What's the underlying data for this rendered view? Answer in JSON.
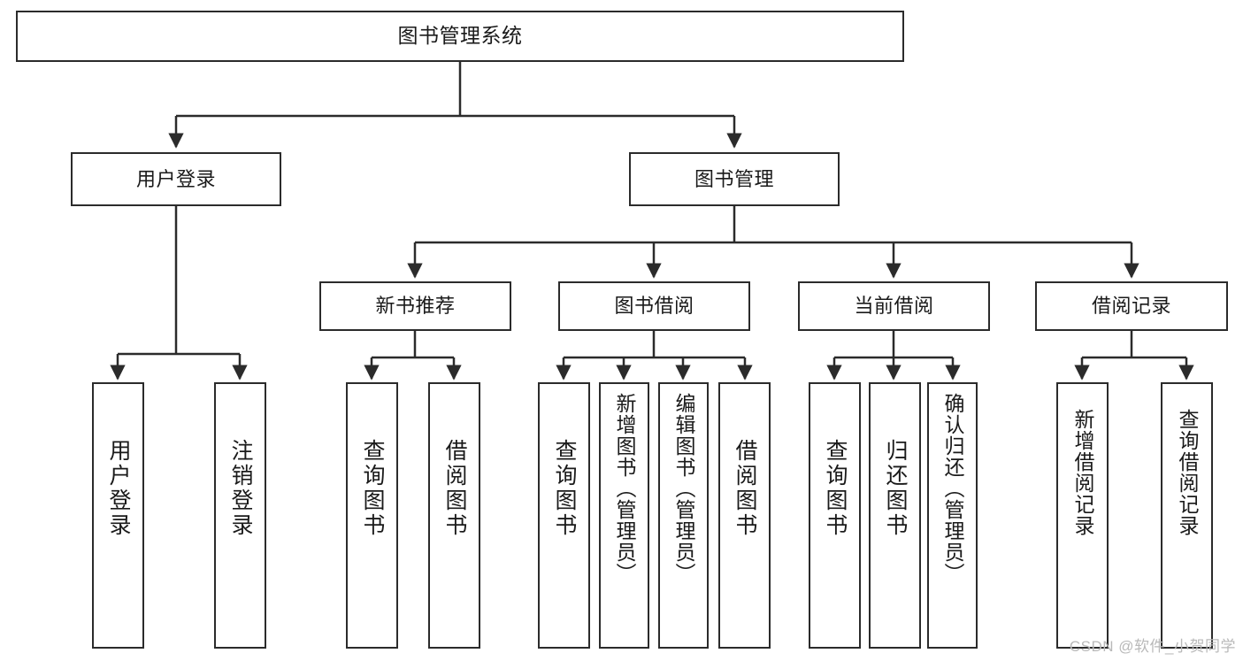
{
  "diagram": {
    "title": "图书管理系统",
    "type": "tree",
    "watermark": "CSDN @软件_小贺同学",
    "colors": {
      "box_border": "#2b2b2b",
      "box_fill": "#ffffff",
      "edge": "#2b2b2b",
      "text": "#1a1a1a",
      "watermark": "#b9b9b9"
    },
    "nodes": {
      "root": {
        "label": "图书管理系统"
      },
      "level2": [
        {
          "label": "用户登录"
        },
        {
          "label": "图书管理"
        }
      ],
      "level3": [
        {
          "label": "新书推荐"
        },
        {
          "label": "图书借阅"
        },
        {
          "label": "当前借阅"
        },
        {
          "label": "借阅记录"
        }
      ],
      "leaves": {
        "user_login": [
          {
            "label": "用户登录"
          },
          {
            "label": "注销登录"
          }
        ],
        "new_book_recommend": [
          {
            "label": "查询图书"
          },
          {
            "label": "借阅图书"
          }
        ],
        "book_borrow": [
          {
            "label": "查询图书"
          },
          {
            "label": "新增图书（管理员）"
          },
          {
            "label": "编辑图书（管理员）"
          },
          {
            "label": "借阅图书"
          }
        ],
        "current_borrow": [
          {
            "label": "查询图书"
          },
          {
            "label": "归还图书"
          },
          {
            "label": "确认归还（管理员）"
          }
        ],
        "borrow_record": [
          {
            "label": "新增借阅记录"
          },
          {
            "label": "查询借阅记录"
          }
        ]
      }
    }
  }
}
